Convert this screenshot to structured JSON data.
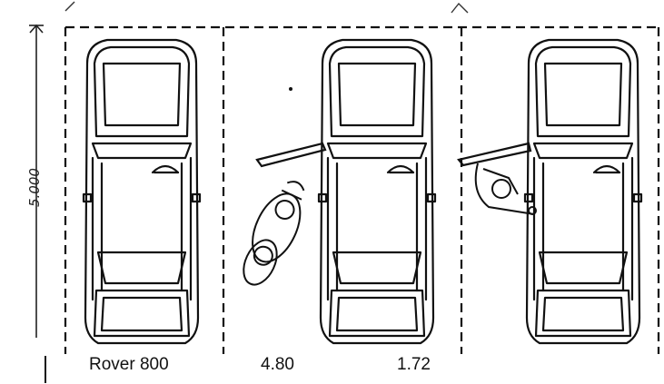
{
  "dimension": {
    "label": "5.000"
  },
  "caption": {
    "model": "Rover 800",
    "length": "4.80",
    "width": "1.72"
  },
  "icons": {
    "car": "car-top-view-icon",
    "wheelchair": "wheelchair-user-icon",
    "door": "open-car-door-icon"
  }
}
